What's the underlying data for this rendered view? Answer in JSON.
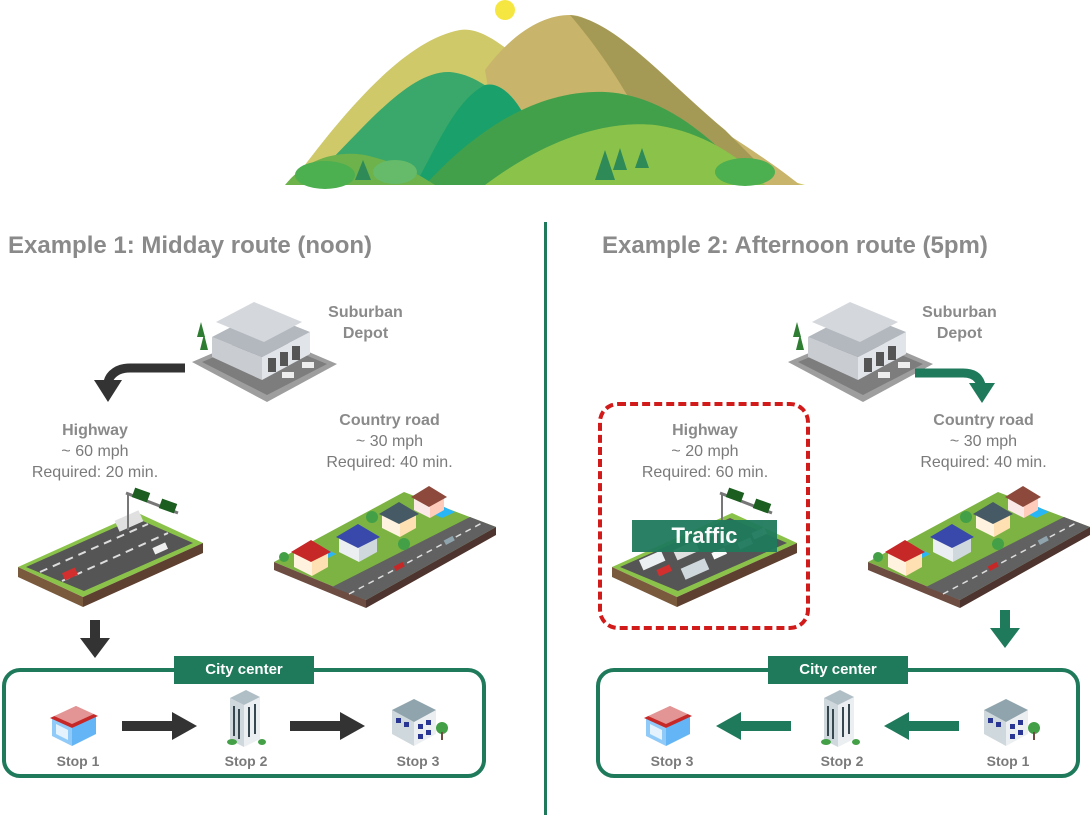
{
  "example1": {
    "title": "Example 1: Midday route (noon)",
    "depot_label": [
      "Suburban",
      "Depot"
    ],
    "highway": {
      "name": "Highway",
      "speed": "~ 60 mph",
      "required": "Required: 20 min."
    },
    "country": {
      "name": "Country road",
      "speed": "~ 30 mph",
      "required": "Required: 40 min."
    },
    "city_label": "City center",
    "stops": [
      "Stop 1",
      "Stop 2",
      "Stop 3"
    ]
  },
  "example2": {
    "title": "Example 2: Afternoon route (5pm)",
    "depot_label": [
      "Suburban",
      "Depot"
    ],
    "highway": {
      "name": "Highway",
      "speed": "~ 20 mph",
      "required": "Required: 60 min."
    },
    "country": {
      "name": "Country road",
      "speed": "~ 30 mph",
      "required": "Required: 40 min."
    },
    "traffic_label": "Traffic",
    "city_label": "City center",
    "stops": [
      "Stop 3",
      "Stop 2",
      "Stop 1"
    ]
  },
  "colors": {
    "accent_green": "#1f7a5c",
    "arrow_dark": "#333333",
    "traffic_red": "#d11a1a",
    "label_gray": "#8a8a8a",
    "sun_yellow": "#f5e642"
  },
  "icons": [
    "mountain-icon",
    "warehouse-icon",
    "highway-icon",
    "neighborhood-icon",
    "store-icon",
    "office-tower-icon",
    "office-building-icon",
    "arrow-icon"
  ]
}
